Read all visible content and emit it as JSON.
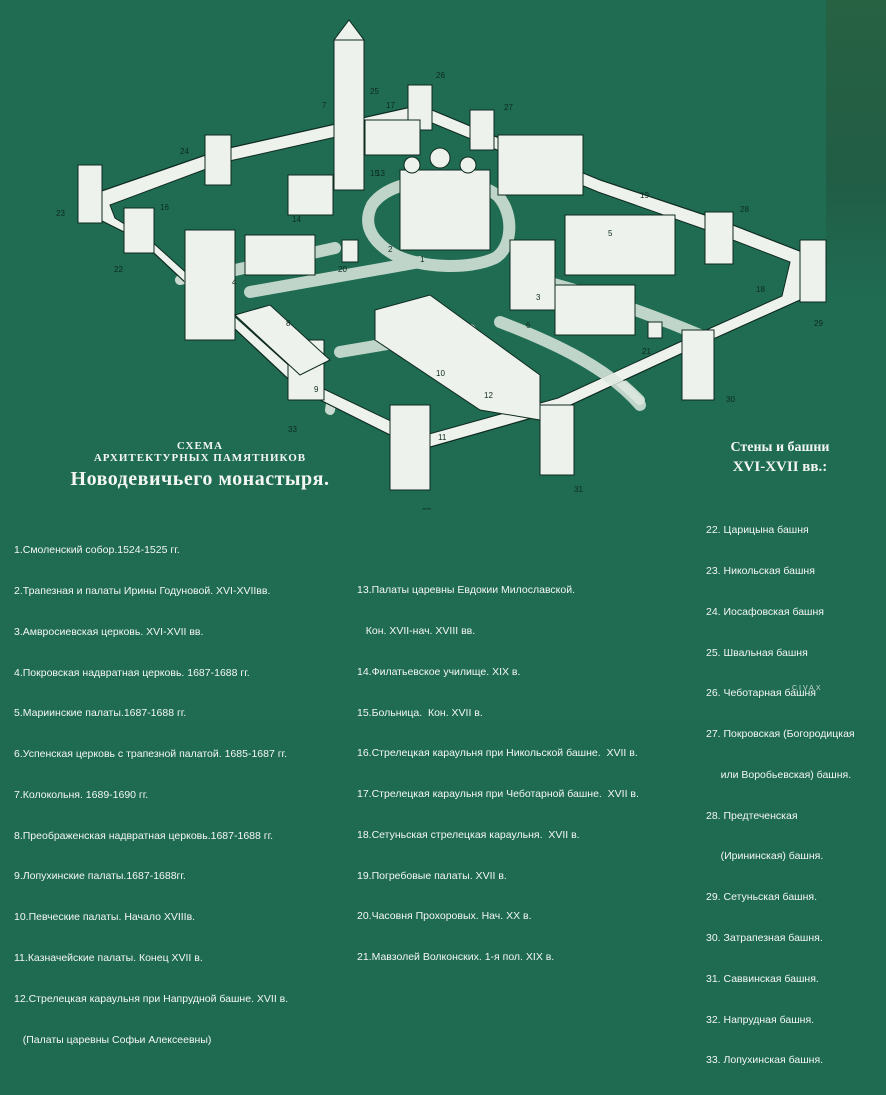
{
  "title": {
    "line1": "СХЕМА",
    "line2": "АРХИТЕКТУРНЫХ ПАМЯТНИКОВ",
    "line3": "Новодевичьего монастыря."
  },
  "walls_title": {
    "line1": "Стены и башни",
    "line2": "XVI-XVII вв.:"
  },
  "list_left": [
    "1.Смоленский собор.1524-1525 гг.",
    "2.Трапезная и палаты Ирины Годуновой. XVI-XVIIвв.",
    "3.Амвросиевская церковь. XVI-XVII вв.",
    "4.Покровская надвратная церковь. 1687-1688 гг.",
    "5.Мариинские палаты.1687-1688 гг.",
    "6.Успенская церковь с трапезной палатой. 1685-1687 гг.",
    "7.Колокольня. 1689-1690 гг.",
    "8.Преображенская надвратная церковь.1687-1688 гг.",
    "9.Лопухинские палаты.1687-1688гг.",
    "10.Певческие палаты. Начало XVIIIв.",
    "11.Казначейские палаты. Конец XVII в.",
    "12.Стрелецкая караульня при Напрудной башне. XVII в.",
    "   (Палаты царевны Софьи Алексеевны)"
  ],
  "list_middle": [
    "13.Палаты царевны Евдокии Милославской.",
    "   Кон. XVII-нач. XVIII вв.",
    "14.Филатьевское училище. XIX в.",
    "15.Больница.  Кон. XVII в.",
    "16.Стрелецкая караульня при Никольской башне.  XVII в.",
    "17.Стрелецкая караульня при Чеботарной башне.  XVII в.",
    "18.Сетуньская стрелецкая караульня.  XVII в.",
    "19.Погребовые палаты. XVII в.",
    "20.Часовня Прохоровых. Нач. XX в.",
    "21.Мавзолей Волконских. 1-я пол. XIX в."
  ],
  "list_right": [
    "22. Царицына башня",
    "23. Никольская башня",
    "24. Иосафовская башня",
    "25. Швальная башня",
    "26. Чеботарная башня",
    "27. Покровская (Богородицкая",
    "     или Воробьевская) башня.",
    "28. Предтеченская",
    "     (Ирининская) башня.",
    "29. Сетуньская башня.",
    "30. Затрапезная башня.",
    "31. Саввинская башня.",
    "32. Напрудная башня.",
    "33. Лопухинская башня."
  ],
  "map_labels": [
    "1",
    "2",
    "3",
    "4",
    "5",
    "6",
    "7",
    "8",
    "9",
    "10",
    "11",
    "12",
    "13",
    "14",
    "15",
    "16",
    "17",
    "18",
    "19",
    "20",
    "21",
    "22",
    "23",
    "24",
    "25",
    "26",
    "27",
    "28",
    "29",
    "30",
    "31",
    "32",
    "33"
  ],
  "watermark": "CIVAX",
  "colors": {
    "board": "#1f6c53",
    "building_fill": "#eef2ec",
    "outline": "#0d2a20",
    "path": "#dde8df",
    "text": "#f4f6f2"
  }
}
